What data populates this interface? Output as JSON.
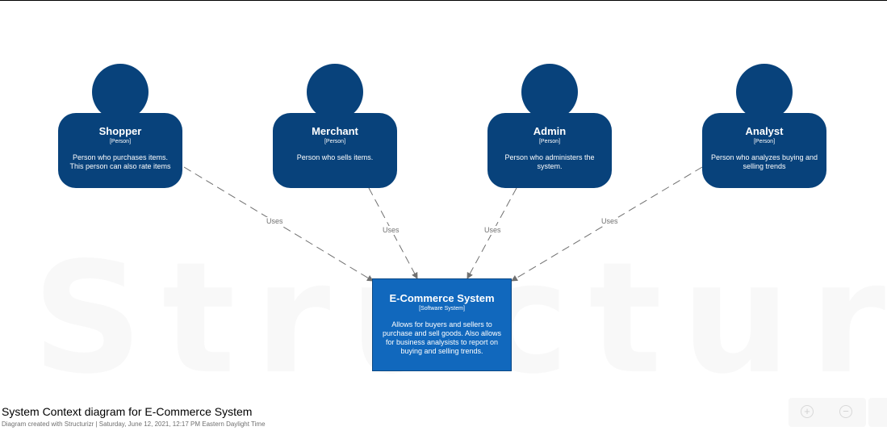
{
  "watermark": "Structurizr",
  "persons": [
    {
      "name": "Shopper",
      "tag": "[Person]",
      "description": "Person who purchases items. This person can also rate items"
    },
    {
      "name": "Merchant",
      "tag": "[Person]",
      "description": "Person who sells items."
    },
    {
      "name": "Admin",
      "tag": "[Person]",
      "description": "Person who administers the system."
    },
    {
      "name": "Analyst",
      "tag": "[Person]",
      "description": "Person who analyzes buying and selling trends"
    }
  ],
  "system": {
    "name": "E-Commerce System",
    "tag": "[Software System]",
    "description": "Allows for buyers and sellers to purchase and sell goods.  Also allows for business analysists to report on buying and selling trends."
  },
  "relationships": [
    {
      "from": "Shopper",
      "to": "E-Commerce System",
      "label": "Uses"
    },
    {
      "from": "Merchant",
      "to": "E-Commerce System",
      "label": "Uses"
    },
    {
      "from": "Admin",
      "to": "E-Commerce System",
      "label": "Uses"
    },
    {
      "from": "Analyst",
      "to": "E-Commerce System",
      "label": "Uses"
    }
  ],
  "footer": {
    "title": "System Context diagram for E-Commerce System",
    "subtitle": "Diagram created with Structurizr | Saturday, June 12, 2021, 12:17 PM Eastern Daylight Time"
  },
  "controls": {
    "zoom_in_icon": "plus-circle-icon",
    "zoom_out_icon": "minus-circle-icon"
  },
  "colors": {
    "person": "#08427b",
    "system": "#1168bd",
    "relationship": "#707070"
  }
}
